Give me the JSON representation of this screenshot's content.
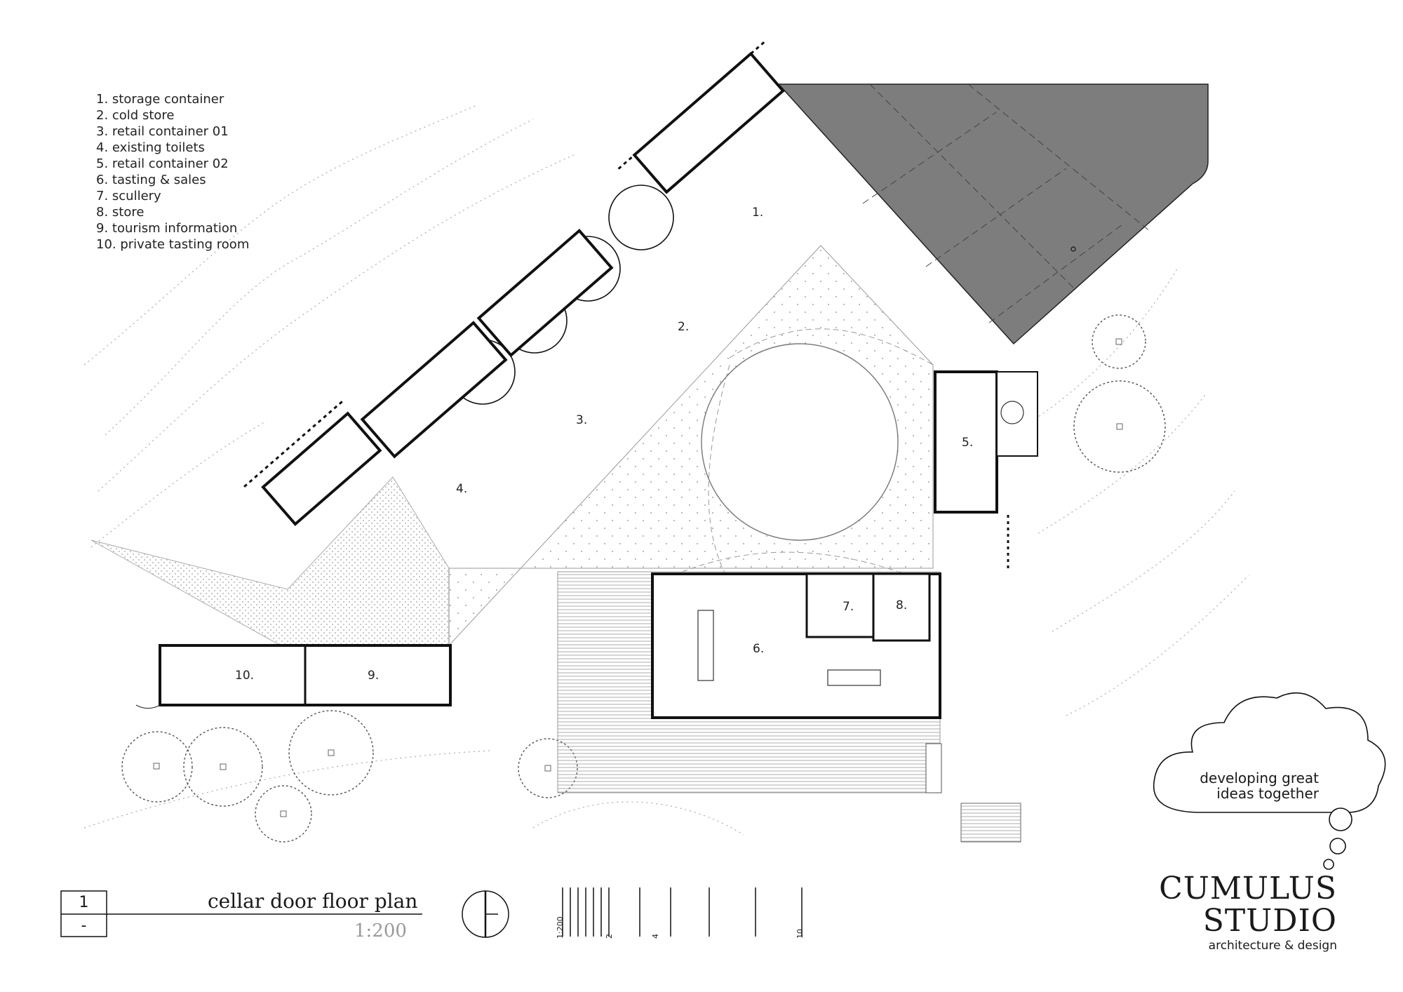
{
  "legend": {
    "items": [
      "1. storage container",
      "2. cold store",
      "3. retail container 01",
      "4. existing toilets",
      "5. retail container 02",
      "6. tasting & sales",
      "7. scullery",
      "8. store",
      "9. tourism information",
      "10. private tasting room"
    ]
  },
  "rooms": {
    "r1": "1.",
    "r2": "2.",
    "r3": "3.",
    "r4": "4.",
    "r5": "5.",
    "r6": "6.",
    "r7": "7.",
    "r8": "8.",
    "r9": "9.",
    "r10": "10."
  },
  "title_block": {
    "number": "1",
    "sheet": "-",
    "title": "cellar door floor plan",
    "scale": "1:200"
  },
  "scale_bar": {
    "ratio_label": "1:200",
    "tick_labels": [
      "2",
      "4",
      "10"
    ]
  },
  "brand": {
    "line1": "CUMULUS",
    "line2": "STUDIO",
    "subtitle": "architecture & design",
    "tagline_line1": "developing great",
    "tagline_line2": "ideas together"
  }
}
